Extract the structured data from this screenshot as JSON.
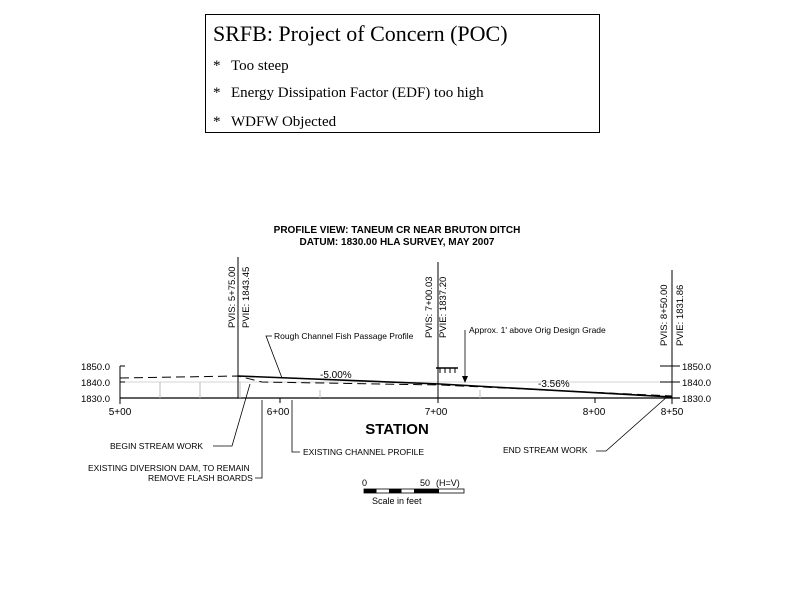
{
  "box": {
    "title": "SRFB: Project of Concern (POC)",
    "bullet": "*",
    "items": [
      "Too steep",
      "Energy Dissipation Factor (EDF) too high",
      "WDFW Objected"
    ]
  },
  "profile": {
    "title_line1": "PROFILE VIEW: TANEUM CR NEAR BRUTON DITCH",
    "title_line2": "DATUM: 1830.00 HLA SURVEY, MAY 2007",
    "elevation_labels": [
      "1850.0",
      "1840.0",
      "1830.0"
    ],
    "station_labels": [
      "5+00",
      "6+00",
      "7+00",
      "8+00",
      "8+50"
    ],
    "axis_label": "STATION",
    "pvis": [
      {
        "station": "PVIS: 5+75.00",
        "elevation": "PVIE: 1843.45"
      },
      {
        "station": "PVIS: 7+00.03",
        "elevation": "PVIE: 1837.20"
      },
      {
        "station": "PVIS: 8+50.00",
        "elevation": "PVIE: 1831.86"
      }
    ],
    "slopes": [
      "-5.00%",
      "-3.56%"
    ],
    "annotations": {
      "rough_channel": "Rough Channel Fish Passage Profile",
      "approx": "Approx. 1' above Orig Design Grade",
      "begin": "BEGIN STREAM WORK",
      "diversion_line1": "EXISTING DIVERSION DAM, TO REMAIN",
      "diversion_line2": "REMOVE FLASH BOARDS",
      "existing_profile": "EXISTING CHANNEL PROFILE",
      "end": "END STREAM WORK"
    },
    "scale": {
      "zero": "0",
      "fifty": "50",
      "unit": "(H=V)",
      "caption": "Scale in feet"
    }
  }
}
